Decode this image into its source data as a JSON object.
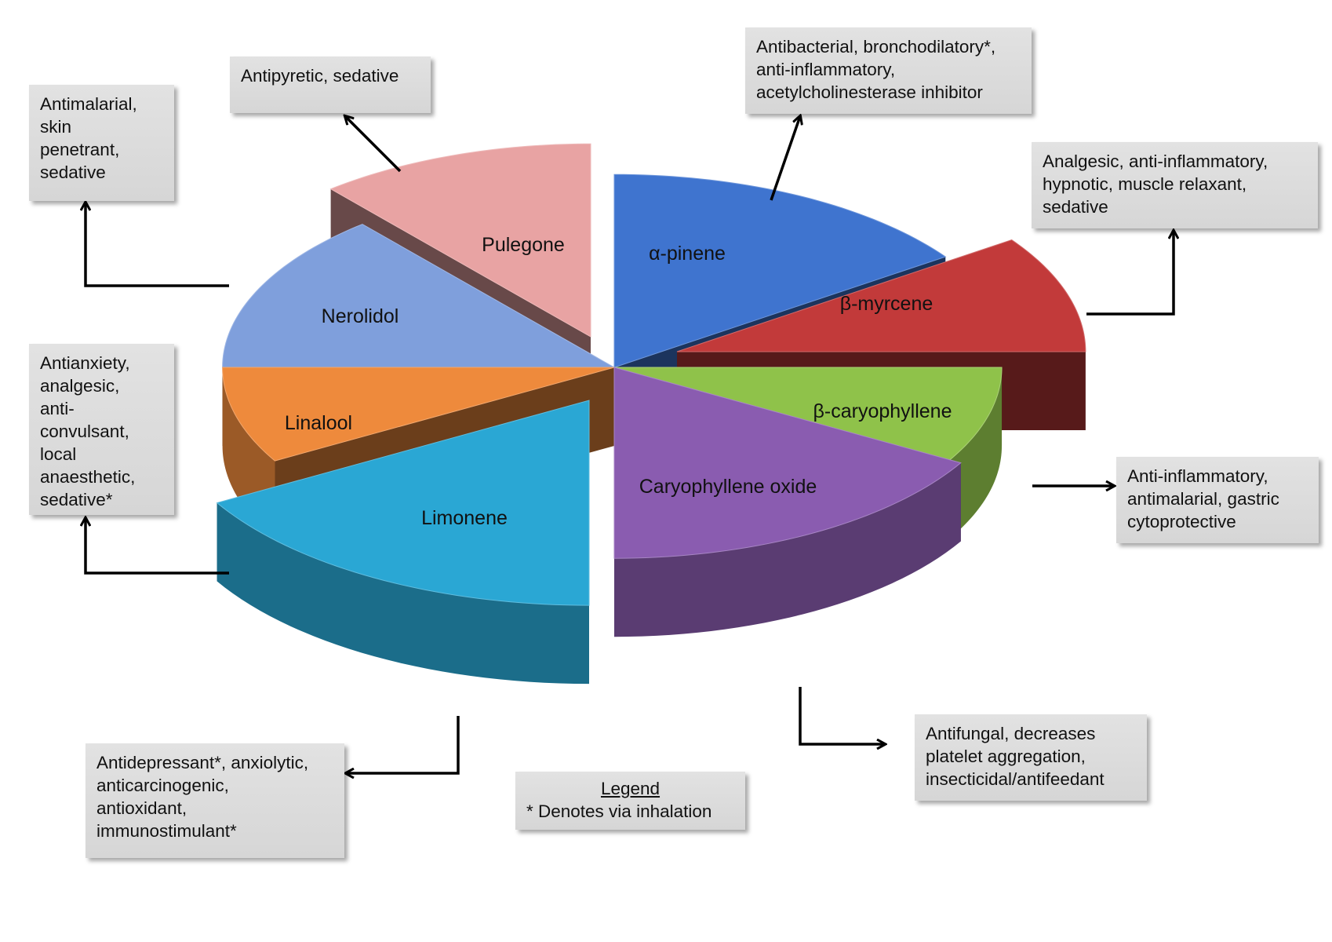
{
  "colors": {
    "pulegone": "#e8a3a3",
    "alpha_pinene": "#3f74cf",
    "beta_myrcene": "#c23a3a",
    "beta_caryophyllene": "#8fc24a",
    "caryophyllene_oxide": "#8a5cb0",
    "limonene": "#2aa7d4",
    "linalool": "#ee8a3c",
    "nerolidol": "#7f9fdc",
    "box_background": "#dcdcdc",
    "arrow": "#000000"
  },
  "slices": {
    "pulegone": "Pulegone",
    "alpha_pinene": "α-pinene",
    "beta_myrcene": "β-myrcene",
    "beta_caryophyllene": "β-caryophyllene",
    "caryophyllene_oxide": "Caryophyllene oxide",
    "limonene": "Limonene",
    "linalool": "Linalool",
    "nerolidol": "Nerolidol"
  },
  "properties": {
    "nerolidol": [
      "Antimalarial,",
      "skin",
      "penetrant,",
      "sedative"
    ],
    "pulegone": [
      "Antipyretic, sedative"
    ],
    "alpha_pinene": [
      "Antibacterial, bronchodilatory*,",
      "anti-inflammatory,",
      "acetylcholinesterase inhibitor"
    ],
    "beta_myrcene": [
      "Analgesic, anti-inflammatory,",
      "hypnotic, muscle relaxant,",
      "sedative"
    ],
    "linalool": [
      "Antianxiety,",
      "analgesic,",
      "anti-",
      "convulsant,",
      "local",
      "anaesthetic,",
      "sedative*"
    ],
    "beta_caryophyllene": [
      "Anti-inflammatory,",
      "antimalarial, gastric",
      "cytoprotective"
    ],
    "limonene": [
      "Antidepressant*, anxiolytic,",
      "anticarcinogenic,",
      "antioxidant,",
      "immunostimulant*"
    ],
    "caryophyllene_oxide": [
      "Antifungal, decreases",
      "platelet aggregation,",
      "insecticidal/antifeedant"
    ]
  },
  "legend": {
    "title": "Legend",
    "note": "* Denotes via inhalation"
  }
}
